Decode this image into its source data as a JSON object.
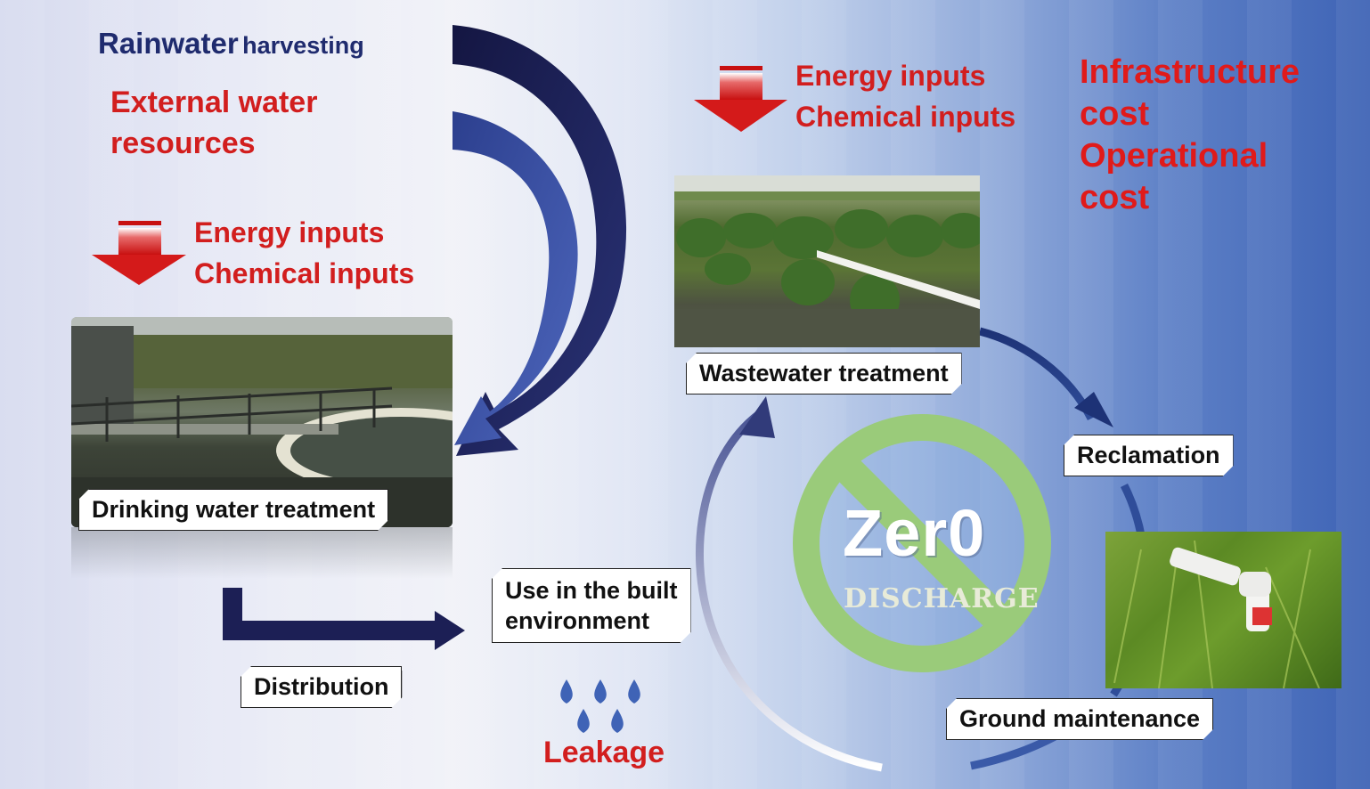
{
  "sources": {
    "rainwater_a": "Rainwater",
    "rainwater_b": "harvesting",
    "external": "External water resources"
  },
  "left_inputs": {
    "energy": "Energy inputs",
    "chemical": "Chemical inputs"
  },
  "right_inputs": {
    "energy": "Energy inputs",
    "chemical": "Chemical inputs"
  },
  "costs": {
    "infra_1": "Infrastructure",
    "infra_2": "cost",
    "oper_1": "Operational",
    "oper_2": "cost"
  },
  "labels": {
    "drinking": "Drinking water treatment",
    "distribution": "Distribution",
    "use_1": "Use in the built",
    "use_2": "environment",
    "leakage": "Leakage",
    "wastewater": "Wastewater treatment",
    "reclamation": "Reclamation",
    "ground": "Ground maintenance"
  },
  "zero": {
    "word": "Zer0",
    "sub": "DISCHARGE"
  },
  "colors": {
    "red_text": "#d21e1e",
    "navy": "#1c1f55",
    "blue_arrow": "#3f58a8",
    "zero_green": "#9acb7a"
  }
}
